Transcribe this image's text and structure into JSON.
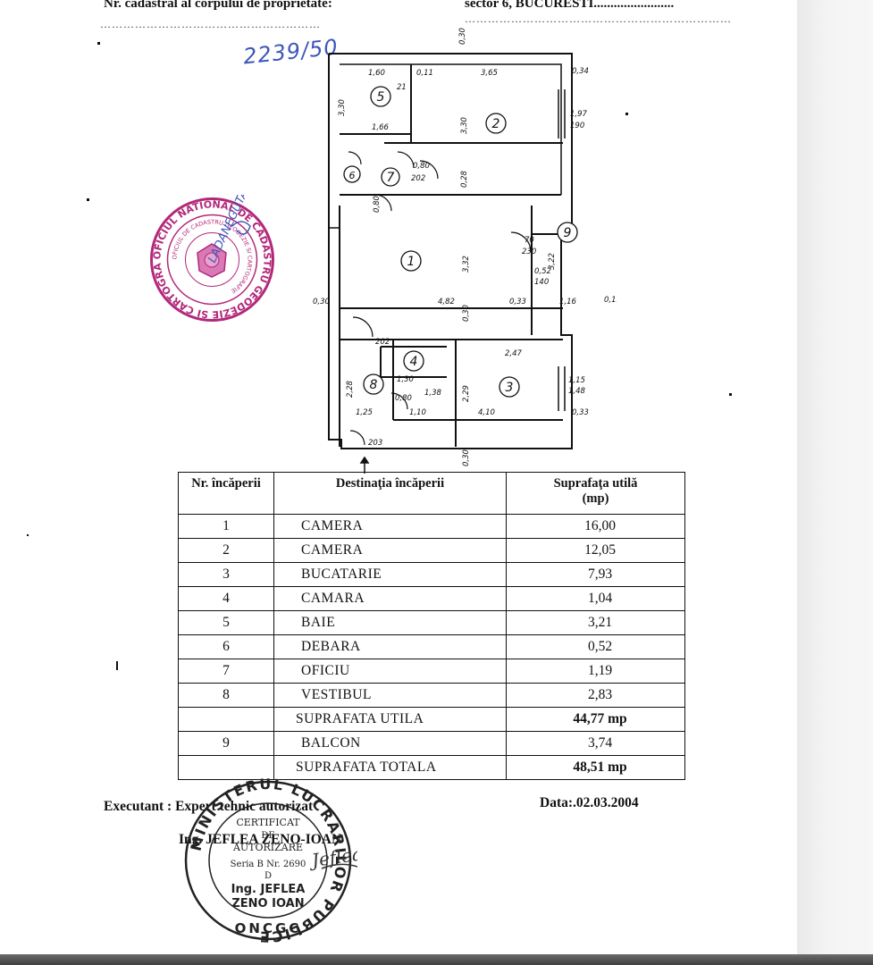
{
  "header": {
    "left_label": "Nr. cadastral al corpului de proprietate:",
    "right_label": "sector 6,  BUCURESTI........................",
    "left_dots": "…………………………………………………",
    "right_dots": "……………………………………………………………"
  },
  "handwritten_note": "2239/50",
  "stamp_left": {
    "outer_text": "OFICIUL NATIONAL DE CADASTRU GEODEZIE SI CARTOGRAFIE",
    "inner_text": "OFICIUL DE CADASTRU GEODEZIE SI CARTOGRAFIE",
    "overlay_signature": "LADANEGUTA",
    "color": "#b3287a"
  },
  "plan": {
    "rooms": [
      "1",
      "2",
      "3",
      "4",
      "5",
      "6",
      "7",
      "8",
      "9"
    ],
    "dimensions": [
      "0,30",
      "1,60",
      "0,11",
      "3,65",
      "0,34",
      "21",
      "1,97",
      "190",
      "1,66",
      "3,30",
      "3,30",
      "0,80",
      "202",
      "0,28",
      "0,80",
      "70",
      "230",
      "3,32",
      "3,22",
      "0,52",
      "140",
      "0,30",
      "4,82",
      "0,33",
      "1,16",
      "0,15",
      "0,30",
      "202",
      "2,47",
      "1,15",
      "1,48",
      "2,28",
      "1,30",
      "1,38",
      "2,29",
      "0,80",
      "1,25",
      "1,10",
      "4,10",
      "0,33",
      "203",
      "0,30"
    ]
  },
  "table": {
    "headers": {
      "nr": "Nr. încăperii",
      "dest": "Destinaţia încăperii",
      "surf_line1": "Suprafaţa utilă",
      "surf_line2": "(mp)"
    },
    "rows": [
      {
        "nr": "1",
        "dest": "CAMERA",
        "surf": "16,00"
      },
      {
        "nr": "2",
        "dest": "CAMERA",
        "surf": "12,05"
      },
      {
        "nr": "3",
        "dest": "BUCATARIE",
        "surf": "7,93"
      },
      {
        "nr": "4",
        "dest": "CAMARA",
        "surf": "1,04"
      },
      {
        "nr": "5",
        "dest": "BAIE",
        "surf": "3,21"
      },
      {
        "nr": "6",
        "dest": "DEBARA",
        "surf": "0,52"
      },
      {
        "nr": "7",
        "dest": "OFICIU",
        "surf": "1,19"
      },
      {
        "nr": "8",
        "dest": "VESTIBUL",
        "surf": "2,83"
      },
      {
        "nr": "",
        "dest": "SUPRAFATA UTILA",
        "surf": "44,77 mp"
      },
      {
        "nr": "9",
        "dest": "BALCON",
        "surf": "3,74"
      },
      {
        "nr": "",
        "dest": "SUPRAFATA TOTALA",
        "surf": "48,51 mp"
      }
    ]
  },
  "footer": {
    "executant_label": "Executant :",
    "executant_value": "Expert tehnic autorizat",
    "date_label": "Data:.02.03.2004",
    "signer_prefix": "Ing.",
    "signer_name": "JEFLEA ZENO-IOAN"
  },
  "stamp_bottom": {
    "outer_text": "MINISTERUL LUCRARILOR PUBLICE",
    "line1": "CERTIFICAT",
    "line2": "DE",
    "line3": "AUTORIZARE",
    "line4": "Seria B Nr. 2690",
    "line5": "D",
    "line6": "Ing. JEFLEA",
    "line7": "ZENO IOAN",
    "bottom_text": "ONCGC",
    "signature": "Jeflea"
  }
}
